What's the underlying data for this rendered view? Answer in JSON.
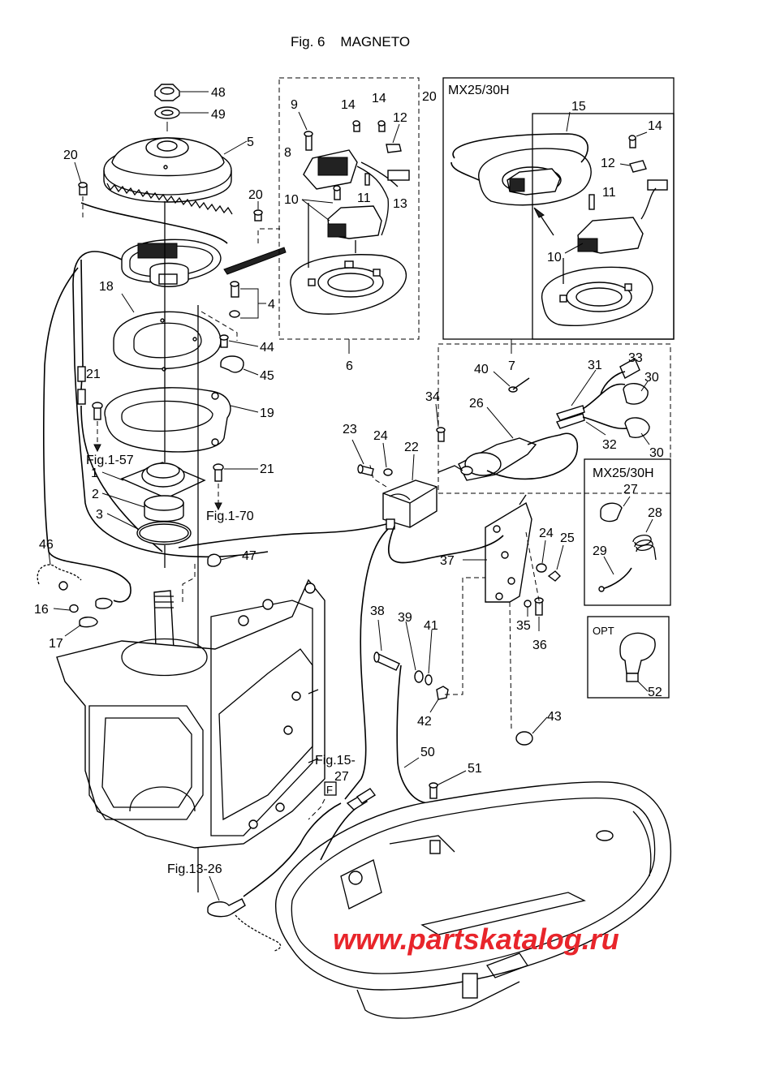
{
  "title": "Fig. 6    MAGNETO",
  "box_titles": {
    "box6": "MX25/30H",
    "box7": "MX25/30H",
    "opt": "OPT"
  },
  "watermark": "www.partskatalog.ru",
  "refs": {
    "r_fig1_57": "Fig.1-57",
    "r_fig1_70": "Fig.1-70",
    "r_fig15": "Fig.15-",
    "r_fig15b": "27",
    "r_fig13": "Fig.13-26",
    "r_F": "F"
  },
  "labels": [
    {
      "id": "p48",
      "text": "48"
    },
    {
      "id": "p49",
      "text": "49"
    },
    {
      "id": "p5",
      "text": "5"
    },
    {
      "id": "p20a",
      "text": "20"
    },
    {
      "id": "p20b",
      "text": "20"
    },
    {
      "id": "p18",
      "text": "18"
    },
    {
      "id": "p4",
      "text": "4"
    },
    {
      "id": "p44",
      "text": "44"
    },
    {
      "id": "p45",
      "text": "45"
    },
    {
      "id": "p19",
      "text": "19"
    },
    {
      "id": "p21a",
      "text": "21"
    },
    {
      "id": "p21b",
      "text": "21"
    },
    {
      "id": "p1",
      "text": "1"
    },
    {
      "id": "p2",
      "text": "2"
    },
    {
      "id": "p3",
      "text": "3"
    },
    {
      "id": "p46",
      "text": "46"
    },
    {
      "id": "p47",
      "text": "47"
    },
    {
      "id": "p16",
      "text": "16"
    },
    {
      "id": "p17",
      "text": "17"
    },
    {
      "id": "p9",
      "text": "9"
    },
    {
      "id": "p14a",
      "text": "14"
    },
    {
      "id": "p14b",
      "text": "14"
    },
    {
      "id": "p12a",
      "text": "12"
    },
    {
      "id": "p8",
      "text": "8"
    },
    {
      "id": "p10a",
      "text": "10"
    },
    {
      "id": "p11a",
      "text": "11"
    },
    {
      "id": "p13",
      "text": "13"
    },
    {
      "id": "p6",
      "text": "6"
    },
    {
      "id": "p20c",
      "text": "20"
    },
    {
      "id": "p15",
      "text": "15"
    },
    {
      "id": "p14c",
      "text": "14"
    },
    {
      "id": "p12b",
      "text": "12"
    },
    {
      "id": "p11b",
      "text": "11"
    },
    {
      "id": "p10b",
      "text": "10"
    },
    {
      "id": "p7",
      "text": "7"
    },
    {
      "id": "p40",
      "text": "40"
    },
    {
      "id": "p31",
      "text": "31"
    },
    {
      "id": "p33",
      "text": "33"
    },
    {
      "id": "p30a",
      "text": "30"
    },
    {
      "id": "p30b",
      "text": "30"
    },
    {
      "id": "p34",
      "text": "34"
    },
    {
      "id": "p26",
      "text": "26"
    },
    {
      "id": "p32",
      "text": "32"
    },
    {
      "id": "p23",
      "text": "23"
    },
    {
      "id": "p24a",
      "text": "24"
    },
    {
      "id": "p22",
      "text": "22"
    },
    {
      "id": "p27",
      "text": "27"
    },
    {
      "id": "p28",
      "text": "28"
    },
    {
      "id": "p29",
      "text": "29"
    },
    {
      "id": "p24b",
      "text": "24"
    },
    {
      "id": "p25",
      "text": "25"
    },
    {
      "id": "p37",
      "text": "37"
    },
    {
      "id": "p35",
      "text": "35"
    },
    {
      "id": "p36",
      "text": "36"
    },
    {
      "id": "p38",
      "text": "38"
    },
    {
      "id": "p39",
      "text": "39"
    },
    {
      "id": "p41",
      "text": "41"
    },
    {
      "id": "p42",
      "text": "42"
    },
    {
      "id": "p43",
      "text": "43"
    },
    {
      "id": "p52",
      "text": "52"
    },
    {
      "id": "p50",
      "text": "50"
    },
    {
      "id": "p51",
      "text": "51"
    }
  ]
}
